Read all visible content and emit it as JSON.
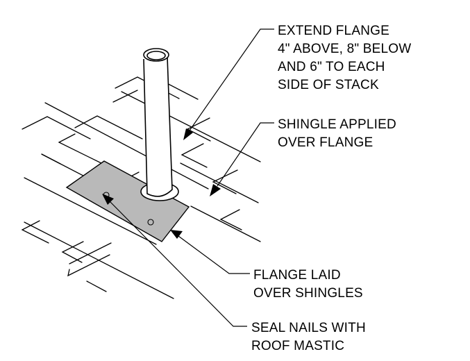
{
  "callouts": {
    "extend_flange": [
      "EXTEND FLANGE",
      "4\" ABOVE, 8\" BELOW",
      "AND 6\" TO EACH",
      "SIDE OF STACK"
    ],
    "shingle_applied": [
      "SHINGLE APPLIED",
      "OVER FLANGE"
    ],
    "flange_laid": [
      "FLANGE LAID",
      "OVER SHINGLES"
    ],
    "seal_nails": [
      "SEAL NAILS WITH",
      "ROOF MASTIC"
    ]
  },
  "colors": {
    "flange_fill": "#b9b9b9",
    "line": "#000000",
    "background": "#ffffff"
  }
}
